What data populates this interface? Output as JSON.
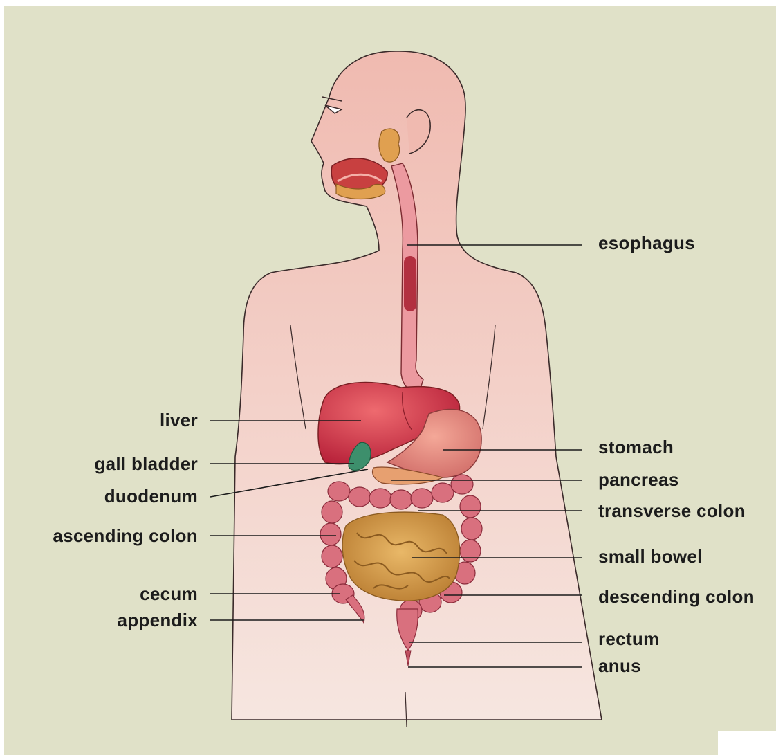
{
  "colors": {
    "background": "#e0e1c8",
    "skin": "#f0bab0",
    "outline": "#3a2a2a",
    "liver": "#d73a48",
    "stomach": "#ec8e82",
    "colon": "#d9707e",
    "small_bowel": "#d79b48",
    "gall_bladder": "#3d8f6c",
    "leader_line": "#1a1a1a"
  },
  "labels": {
    "esophagus": "esophagus",
    "liver": "liver",
    "gall_bladder": "gall bladder",
    "duodenum": "duodenum",
    "ascending_colon": "ascending colon",
    "cecum": "cecum",
    "appendix": "appendix",
    "stomach": "stomach",
    "pancreas": "pancreas",
    "transverse_colon": "transverse colon",
    "small_bowel": "small bowel",
    "descending_colon": "descending colon",
    "rectum": "rectum",
    "anus": "anus"
  }
}
